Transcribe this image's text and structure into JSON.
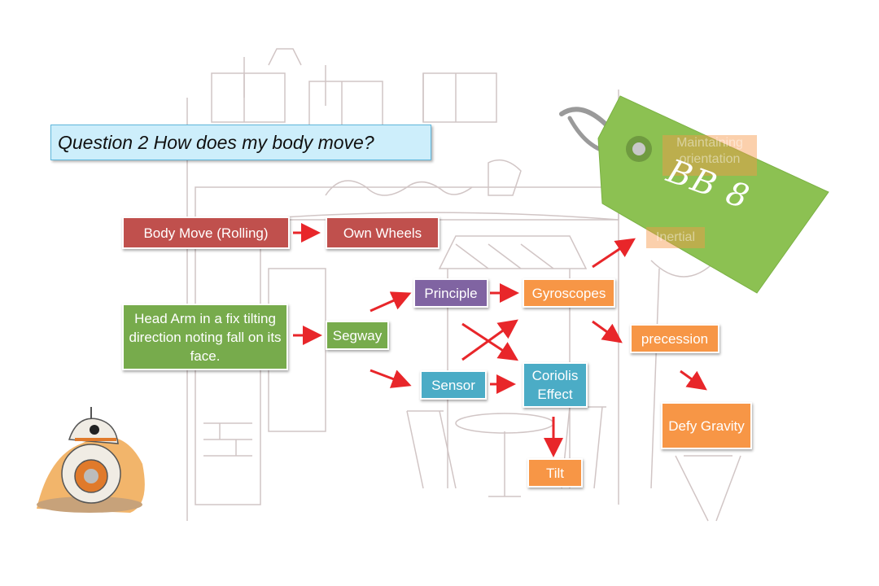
{
  "question": "Question 2 How does my body move?",
  "tag": {
    "label": "BB 8",
    "ghost_top": "Maintaining\norientation",
    "ghost_inertial": "Inertial"
  },
  "nodes": {
    "body_move": "Body Move (Rolling)",
    "own_wheels": "Own Wheels",
    "head_arm": "Head Arm in a fix tilting direction noting fall on its face.",
    "segway": "Segway",
    "principle": "Principle",
    "gyroscopes": "Gyroscopes",
    "sensor": "Sensor",
    "coriolis": "Coriolis Effect",
    "precession": "precession",
    "defy_gravity": "Defy Gravity",
    "tilt": "Tilt"
  },
  "colors": {
    "red": "#c0504d",
    "green": "#77ab4c",
    "purple": "#8064a2",
    "orange": "#f79646",
    "blue": "#4bacc6",
    "arrow": "#e8262a",
    "tag": "#8cc152",
    "question_bg": "#cdeefb"
  }
}
